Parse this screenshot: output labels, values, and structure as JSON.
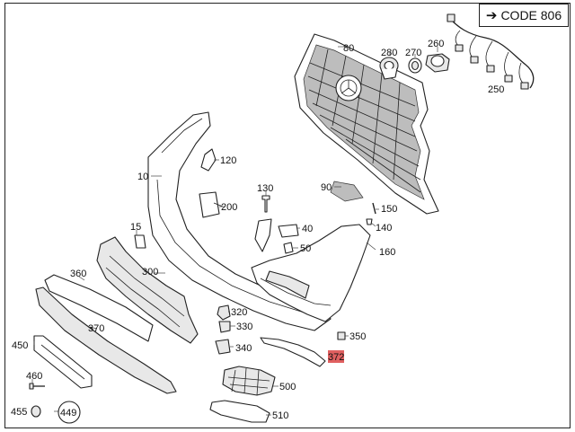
{
  "code_badge": {
    "label": "CODE 806",
    "icon": "arrow-right-icon"
  },
  "highlight_color": "#e06060",
  "parts": [
    {
      "id": "80",
      "label": "80"
    },
    {
      "id": "280",
      "label": "280"
    },
    {
      "id": "270",
      "label": "270"
    },
    {
      "id": "260",
      "label": "260"
    },
    {
      "id": "250",
      "label": "250"
    },
    {
      "id": "120",
      "label": "120"
    },
    {
      "id": "10",
      "label": "10"
    },
    {
      "id": "130",
      "label": "130"
    },
    {
      "id": "200",
      "label": "200"
    },
    {
      "id": "90",
      "label": "90"
    },
    {
      "id": "150",
      "label": "150"
    },
    {
      "id": "140",
      "label": "140"
    },
    {
      "id": "40",
      "label": "40"
    },
    {
      "id": "50",
      "label": "50"
    },
    {
      "id": "15",
      "label": "15"
    },
    {
      "id": "160",
      "label": "160"
    },
    {
      "id": "300",
      "label": "300"
    },
    {
      "id": "360",
      "label": "360"
    },
    {
      "id": "320",
      "label": "320"
    },
    {
      "id": "330",
      "label": "330"
    },
    {
      "id": "340",
      "label": "340"
    },
    {
      "id": "350",
      "label": "350"
    },
    {
      "id": "372",
      "label": "372",
      "highlighted": true
    },
    {
      "id": "370",
      "label": "370"
    },
    {
      "id": "450",
      "label": "450"
    },
    {
      "id": "460",
      "label": "460"
    },
    {
      "id": "500",
      "label": "500"
    },
    {
      "id": "510",
      "label": "510"
    },
    {
      "id": "455",
      "label": "455"
    },
    {
      "id": "449",
      "label": "449",
      "circled": true
    }
  ]
}
